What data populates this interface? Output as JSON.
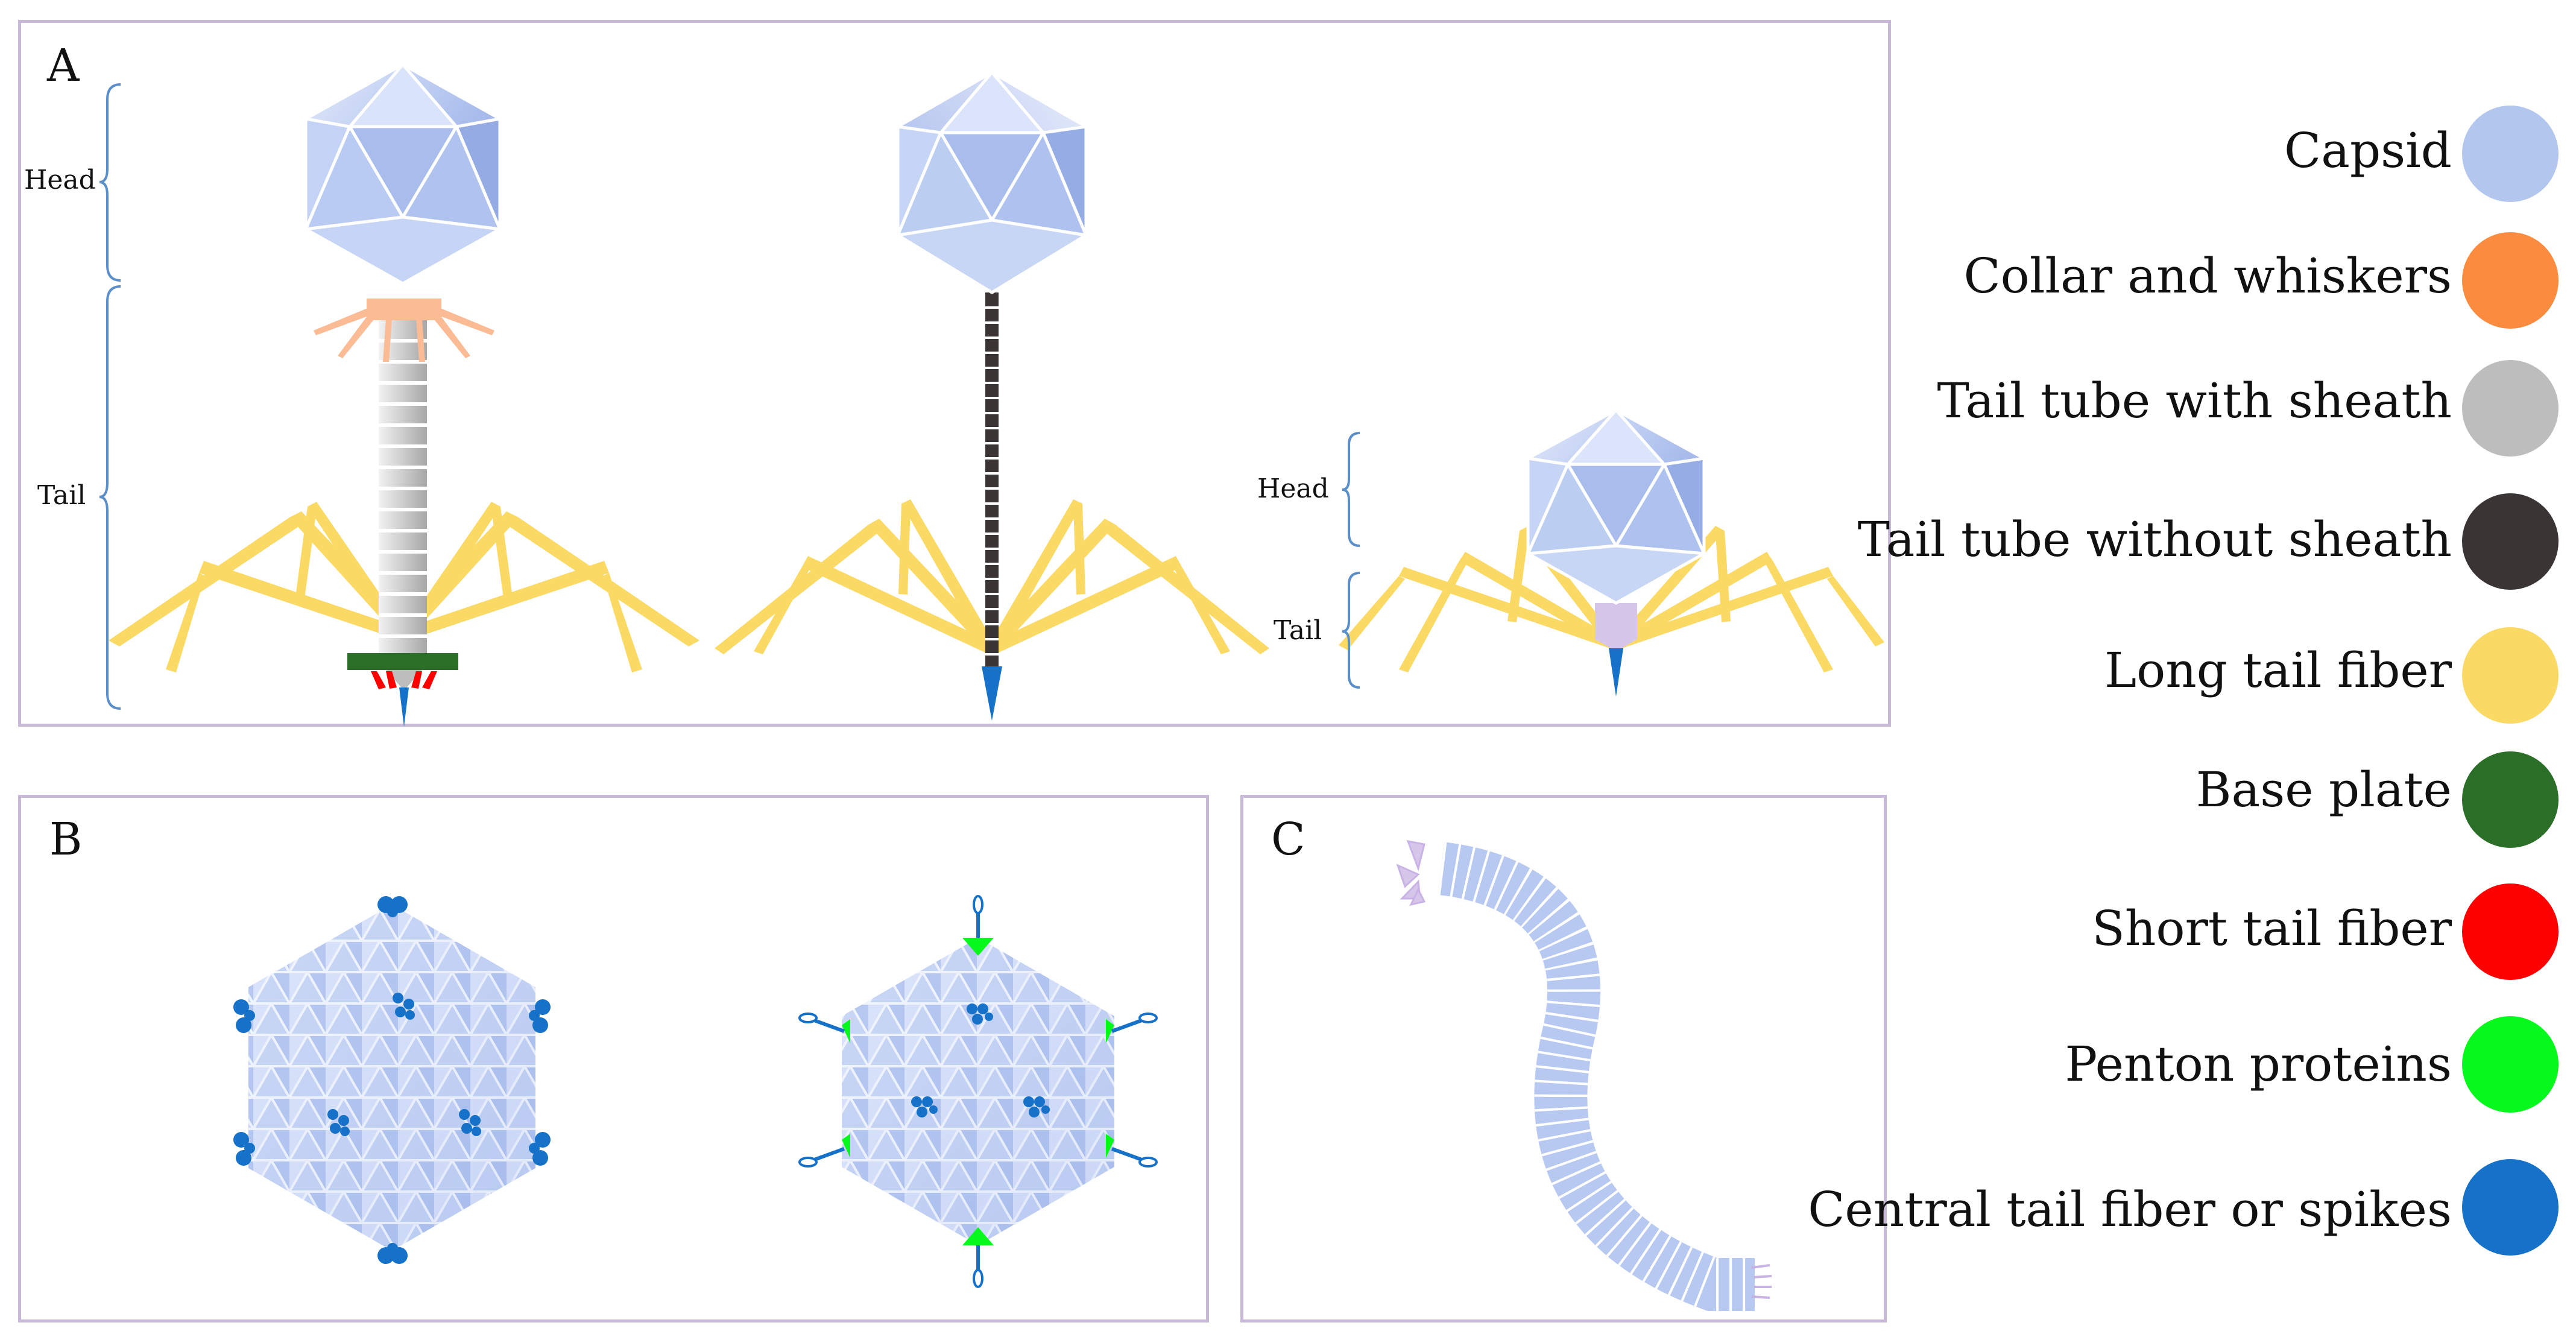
{
  "panels": {
    "a": "A",
    "b": "B",
    "c": "C"
  },
  "annotations": {
    "head": "Head",
    "tail": "Tail",
    "head_small": "Head",
    "tail_small": "Tail"
  },
  "legend": [
    {
      "label": "Capsid",
      "color": "#b3c6ee"
    },
    {
      "label": "Collar and whiskers",
      "color": "#fa8b3f"
    },
    {
      "label": "Tail tube with sheath",
      "color": "#bdbdbd"
    },
    {
      "label": "Tail tube without sheath",
      "color": "#3b3434"
    },
    {
      "label": "Long tail fiber",
      "color": "#fad965"
    },
    {
      "label": "Base plate",
      "color": "#2a6e27"
    },
    {
      "label": "Short tail fiber",
      "color": "#fd0101"
    },
    {
      "label": "Penton proteins",
      "color": "#06f81c"
    },
    {
      "label": "Central tail fiber or spikes",
      "color": "#1672c8"
    }
  ]
}
